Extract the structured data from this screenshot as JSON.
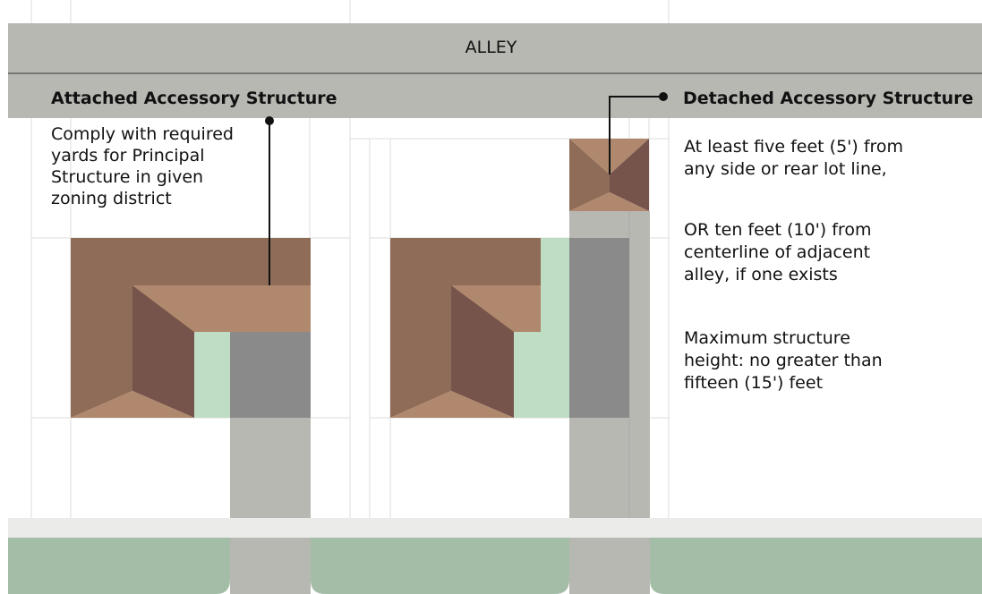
{
  "alley": {
    "label": "ALLEY"
  },
  "attached": {
    "heading": "Attached Accessory Structure",
    "body": "Comply with required\nyards for Principal\nStructure in given\nzoning district"
  },
  "detached": {
    "heading": "Detached Accessory Structure",
    "paragraphs": [
      "At least five feet (5') from\nany side or rear lot line,",
      "OR ten feet (10') from\ncenterline of adjacent\nalley, if one exists",
      "Maximum structure\nheight: no greater than\nfifteen (15') feet"
    ]
  },
  "colors": {
    "alley": "#b8b8b3",
    "sidewalk": "#ebebea",
    "lawn": "#a3bda6",
    "yard": "#bfdcc4",
    "driveway": "#b8b8b3",
    "structure_shadow": "#8a8a8a",
    "roof_light": "#b0886d",
    "roof_mid": "#8e6c57",
    "roof_dark": "#76544b",
    "guide_line": "#dddddd",
    "leader": "#111111"
  }
}
